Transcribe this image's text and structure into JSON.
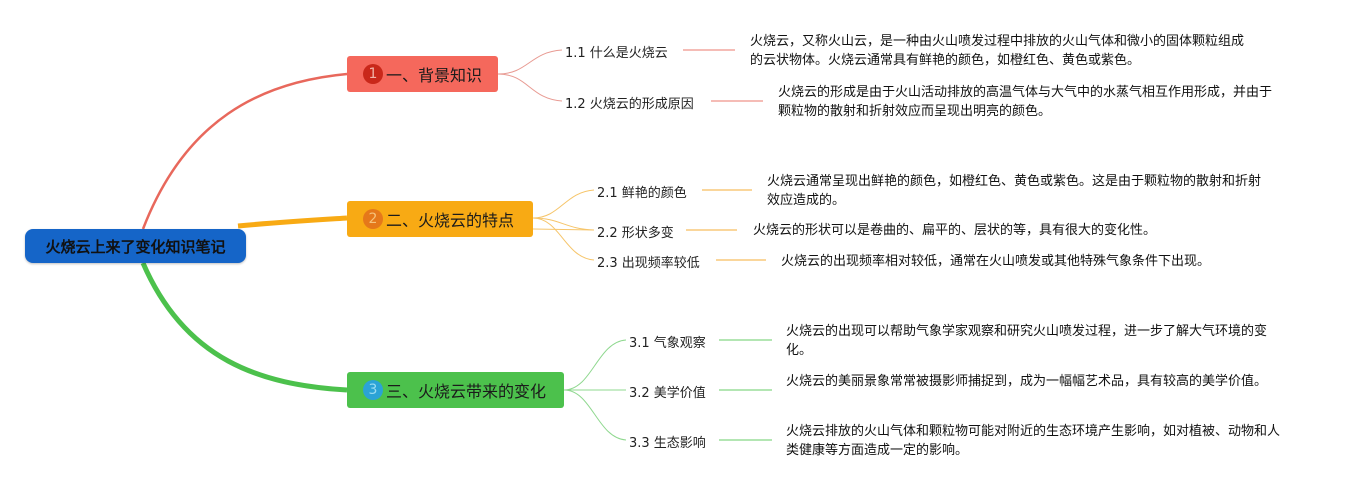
{
  "root": {
    "title": "火烧云上来了变化知识笔记"
  },
  "colors": {
    "root": "#1565c8",
    "b1": "#f0574b",
    "b2": "#f8aa14",
    "b3": "#4cc14c"
  },
  "branches": [
    {
      "num": "1",
      "label": "一、背景知识",
      "children": [
        {
          "label": "1.1 什么是火烧云",
          "desc": "火烧云，又称火山云，是一种由火山喷发过程中排放的火山气体和微小的固体颗粒组成的云状物体。火烧云通常具有鲜艳的颜色，如橙红色、黄色或紫色。"
        },
        {
          "label": "1.2 火烧云的形成原因",
          "desc": "火烧云的形成是由于火山活动排放的高温气体与大气中的水蒸气相互作用形成，并由于颗粒物的散射和折射效应而呈现出明亮的颜色。"
        }
      ]
    },
    {
      "num": "2",
      "label": "二、火烧云的特点",
      "children": [
        {
          "label": "2.1 鲜艳的颜色",
          "desc": "火烧云通常呈现出鲜艳的颜色，如橙红色、黄色或紫色。这是由于颗粒物的散射和折射效应造成的。"
        },
        {
          "label": "2.2 形状多变",
          "desc": "火烧云的形状可以是卷曲的、扁平的、层状的等，具有很大的变化性。"
        },
        {
          "label": "2.3 出现频率较低",
          "desc": "火烧云的出现频率相对较低，通常在火山喷发或其他特殊气象条件下出现。"
        }
      ]
    },
    {
      "num": "3",
      "label": "三、火烧云带来的变化",
      "children": [
        {
          "label": "3.1 气象观察",
          "desc": "火烧云的出现可以帮助气象学家观察和研究火山喷发过程，进一步了解大气环境的变化。"
        },
        {
          "label": "3.2 美学价值",
          "desc": "火烧云的美丽景象常常被摄影师捕捉到，成为一幅幅艺术品，具有较高的美学价值。"
        },
        {
          "label": "3.3 生态影响",
          "desc": "火烧云排放的火山气体和颗粒物可能对附近的生态环境产生影响，如对植被、动物和人类健康等方面造成一定的影响。"
        }
      ]
    }
  ]
}
